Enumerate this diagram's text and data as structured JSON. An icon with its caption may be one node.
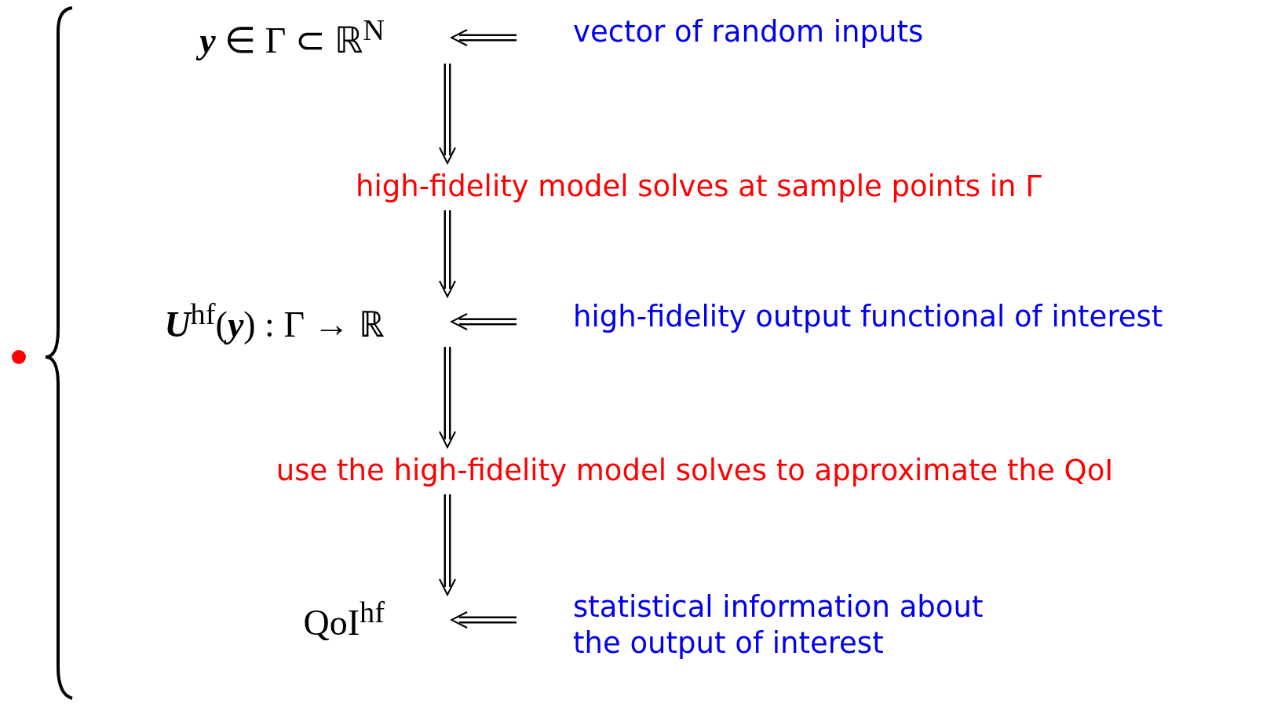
{
  "diagram": {
    "nodes": [
      {
        "text": [
          "**y** ∈ Γ ⊂ ℝ$^{N}$"
        ]
      },
      {
        "text": [
          "vector of random inputs"
        ]
      },
      {
        "text": [
          "high-fidelity model solves at sample points in Γ"
        ]
      },
      {
        "text": [
          "**U**$^{hf}$(**y**) : Γ → ℝ"
        ]
      },
      {
        "text": [
          "high-fidelity output functional of interest"
        ]
      },
      {
        "text": [
          "use the high-fidelity model solves to approximate the QoI"
        ]
      },
      {
        "text": [
          "QoI$^{hf}$"
        ]
      },
      {
        "text": [
          "statistical information about the output of interest"
        ]
      }
    ],
    "edges": [
      {
        "from": 1,
        "to": 0,
        "arrow": "to"
      },
      {
        "from": 0,
        "to": 2,
        "arrow": "to"
      },
      {
        "from": 2,
        "to": 3,
        "arrow": "to"
      },
      {
        "from": 4,
        "to": 3,
        "arrow": "to"
      },
      {
        "from": 3,
        "to": 5,
        "arrow": "to"
      },
      {
        "from": 5,
        "to": 6,
        "arrow": "to"
      },
      {
        "from": 7,
        "to": 6,
        "arrow": "to"
      }
    ]
  }
}
